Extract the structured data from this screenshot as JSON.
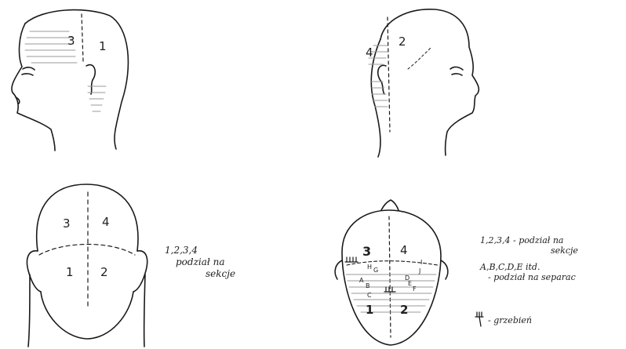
{
  "side_left": {
    "section_a": "3",
    "section_b": "1"
  },
  "side_right": {
    "section_a": "4",
    "section_b": "2"
  },
  "back_view": {
    "top_left": "3",
    "top_right": "4",
    "bottom_left": "1",
    "bottom_right": "2"
  },
  "back_note": {
    "line1": "1,2,3,4",
    "line2": "podział na",
    "line3": "sekcje"
  },
  "top_view": {
    "top_left": "3",
    "top_right": "4",
    "bottom_left": "1",
    "bottom_right": "2",
    "sep_labels": [
      "A",
      "B",
      "C",
      "D",
      "E",
      "F",
      "G",
      "H",
      "I",
      "J"
    ]
  },
  "top_note": {
    "line1": "1,2,3,4 - podział na",
    "line2": "sekcje",
    "line3": "A,B,C,D,E itd.",
    "line4": "- podział na separac",
    "comb_label": "- grzebień"
  }
}
